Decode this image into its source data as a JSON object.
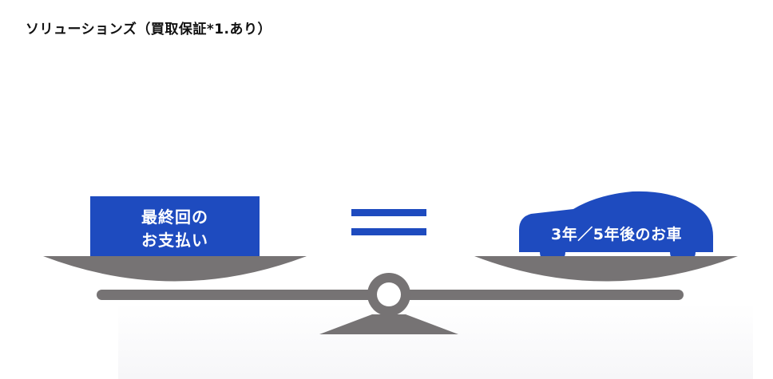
{
  "header": {
    "title": "ソリューションズ（買取保証*1.あり）"
  },
  "diagram": {
    "left_pan": {
      "line1": "最終回の",
      "line2": "お支払い"
    },
    "equals_icon": "equals-sign",
    "right_pan": {
      "label": "3年／5年後のお車",
      "icon": "car-silhouette-icon"
    },
    "colors": {
      "accent_blue": "#1e4bbf",
      "scale_gray": "#767374",
      "text_dark": "#111111"
    }
  }
}
